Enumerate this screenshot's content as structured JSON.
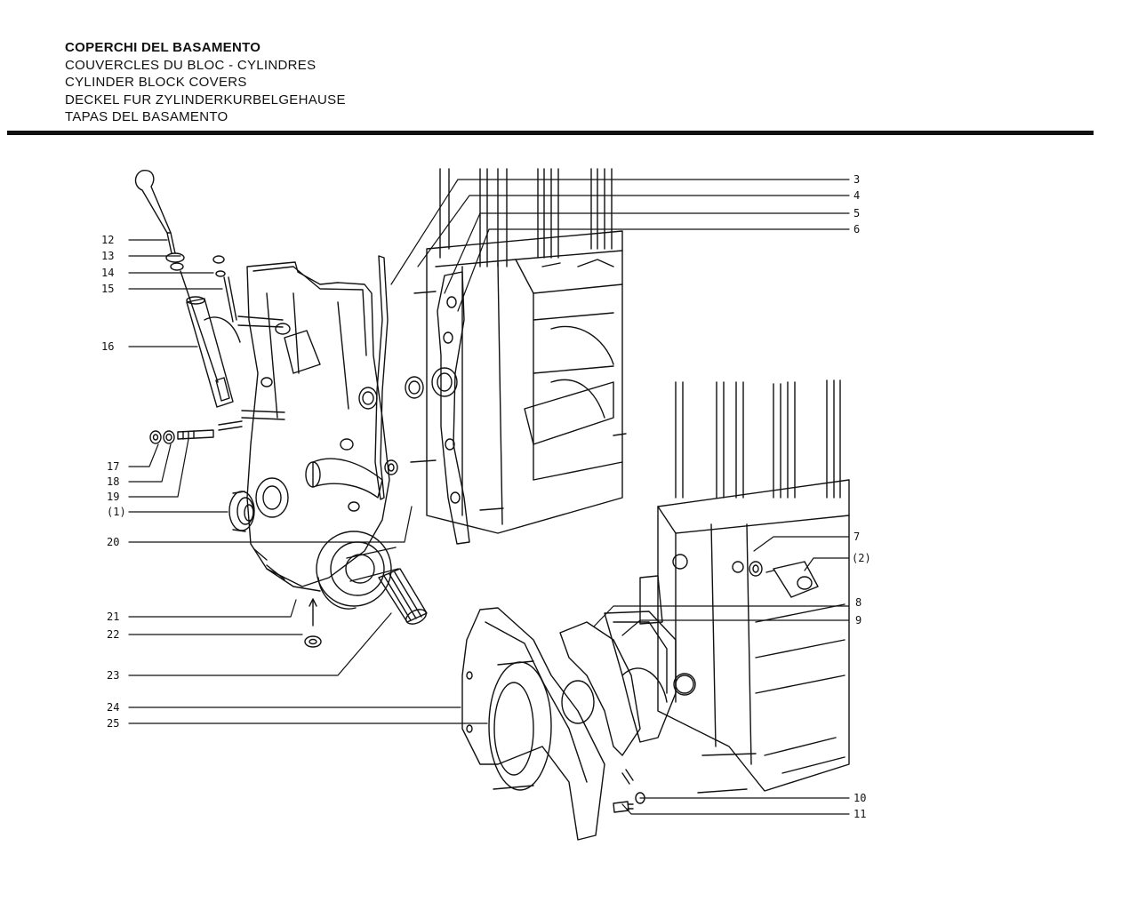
{
  "titles": [
    "COPERCHI DEL BASAMENTO",
    "COUVERCLES DU BLOC - CYLINDRES",
    "CYLINDER BLOCK COVERS",
    "DECKEL FUR ZYLINDERKURBELGEHAUSE",
    "TAPAS DEL BASAMENTO"
  ],
  "callouts": {
    "left": [
      "12",
      "13",
      "14",
      "15",
      "16",
      "17",
      "18",
      "19",
      "(1)",
      "20",
      "21",
      "22",
      "23",
      "24",
      "25"
    ],
    "right": [
      "3",
      "4",
      "5",
      "6",
      "7",
      "(2)",
      "8",
      "9",
      "10",
      "11"
    ]
  }
}
